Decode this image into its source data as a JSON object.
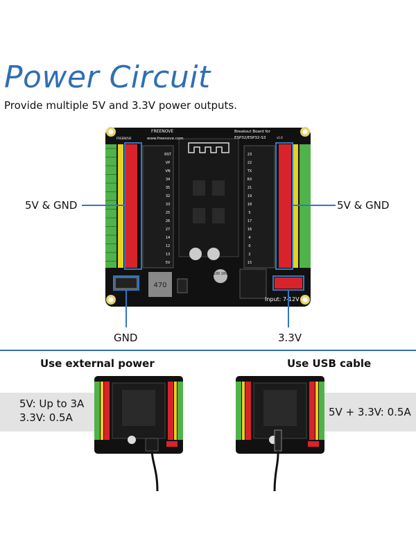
{
  "title": "Power Circuit",
  "subtitle": "Provide multiple 5V and 3.3V power outputs.",
  "callouts": {
    "left_rail": "5V & GND",
    "right_rail": "5V & GND",
    "gnd": "GND",
    "v33": "3.3V"
  },
  "board": {
    "brand": "FREENOVE",
    "brand_small": "FREENOVE",
    "website": "www.freenove.com",
    "product_line1": "Breakout Board for",
    "product_line2": "ESP32/ESP32-S3",
    "version": "v1.0",
    "input_label": "Input: 7-12V",
    "cap_large": "100 16V",
    "inductor": "470",
    "left_pins": [
      "RST",
      "VP",
      "VN",
      "34",
      "35",
      "32",
      "33",
      "25",
      "26",
      "27",
      "14",
      "12",
      "13",
      "5V"
    ],
    "right_pins": [
      "23",
      "22",
      "TX",
      "RX",
      "21",
      "19",
      "18",
      "5",
      "17",
      "16",
      "4",
      "0",
      "2",
      "15"
    ]
  },
  "sections": {
    "external": {
      "heading": "Use external power",
      "line1": "5V: Up to 3A",
      "line2": "3.3V: 0.5A"
    },
    "usb": {
      "heading": "Use USB cable",
      "line1": "5V + 3.3V: 0.5A"
    }
  },
  "colors": {
    "title_blue": "#2f6fb3",
    "pcb": "#111111",
    "terminal_green": "#4fb34a",
    "header_red": "#d8232a",
    "header_yellow": "#e6d21e",
    "callout_line": "#2f78c4",
    "infobox": "#e3e3e3"
  }
}
